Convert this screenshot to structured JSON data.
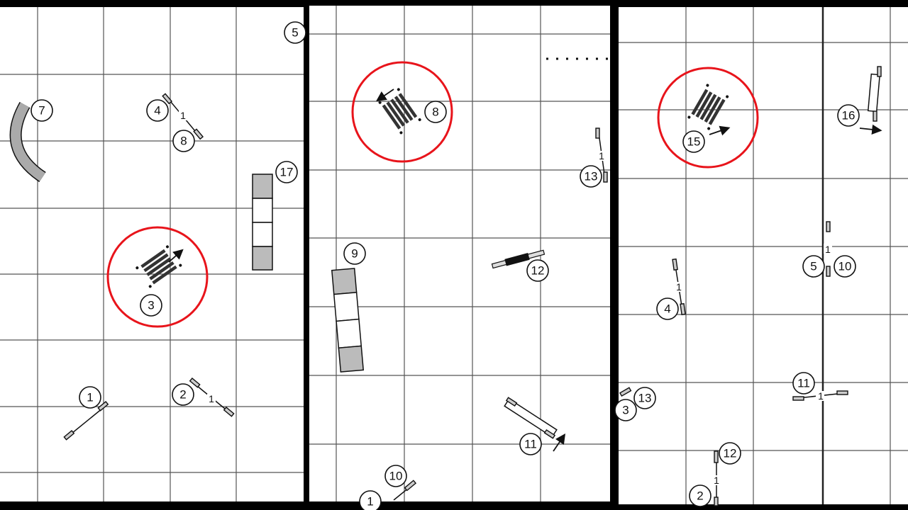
{
  "highlight_color": "#e8141b",
  "panels": [
    {
      "numbers": {
        "n7": "7",
        "n4": "4",
        "n8": "8",
        "n17": "17",
        "n5": "5",
        "n3": "3",
        "n1": "1",
        "n2": "2"
      },
      "spacing_labels": {
        "j48": "1",
        "j2": "1"
      }
    },
    {
      "numbers": {
        "n8": "8",
        "n9": "9",
        "n12": "12",
        "n13": "13",
        "n11": "11",
        "n10": "10",
        "n1": "1"
      },
      "spacing_labels": {
        "j13": "1"
      }
    },
    {
      "numbers": {
        "n15": "15",
        "n16": "16",
        "n5": "5",
        "n10": "10",
        "n4": "4",
        "n11": "11",
        "n3": "3",
        "n13": "13",
        "n12": "12",
        "n2": "2"
      },
      "spacing_labels": {
        "j510": "1",
        "j4": "1",
        "j11": "1",
        "j12": "1"
      }
    }
  ]
}
